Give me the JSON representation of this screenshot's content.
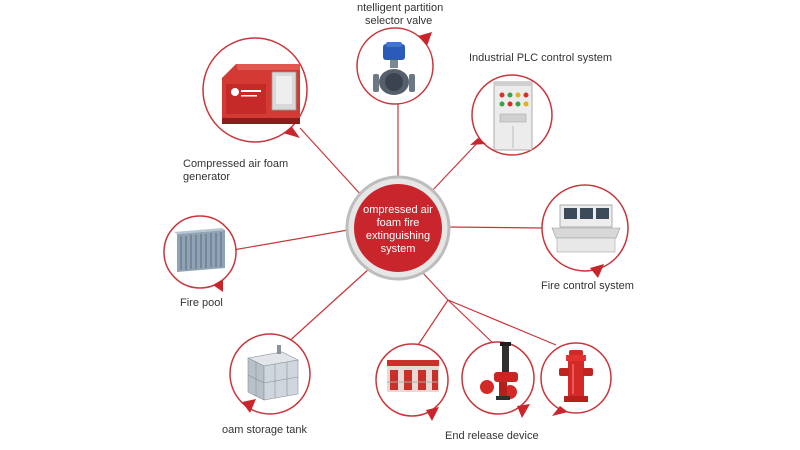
{
  "diagram": {
    "center": {
      "label": "ompressed air foam fire extinguishing system",
      "lines": [
        "ompressed air",
        "foam fire",
        "extinguishing",
        "system"
      ]
    },
    "nodes": [
      {
        "id": "generator",
        "label_lines": [
          "Compressed air foam",
          "generator"
        ],
        "icon": "foam-generator-unit-icon"
      },
      {
        "id": "valve",
        "label_lines": [
          "ntelligent partition",
          "selector valve"
        ],
        "icon": "selector-valve-icon"
      },
      {
        "id": "plc",
        "label_lines": [
          "Industrial PLC control system"
        ],
        "icon": "plc-cabinet-icon"
      },
      {
        "id": "control",
        "label_lines": [
          "Fire control system"
        ],
        "icon": "control-console-icon"
      },
      {
        "id": "pool",
        "label_lines": [
          "Fire pool"
        ],
        "icon": "fire-pool-icon"
      },
      {
        "id": "tank",
        "label_lines": [
          "oam storage tank"
        ],
        "icon": "storage-tank-icon"
      },
      {
        "id": "release",
        "label_lines": [
          "End release device"
        ],
        "icon": "release-device-group-icon"
      }
    ]
  },
  "colors": {
    "accent": "#c9252c",
    "line": "#c9353a",
    "ring": "#bdbdbd",
    "text": "#333333"
  }
}
